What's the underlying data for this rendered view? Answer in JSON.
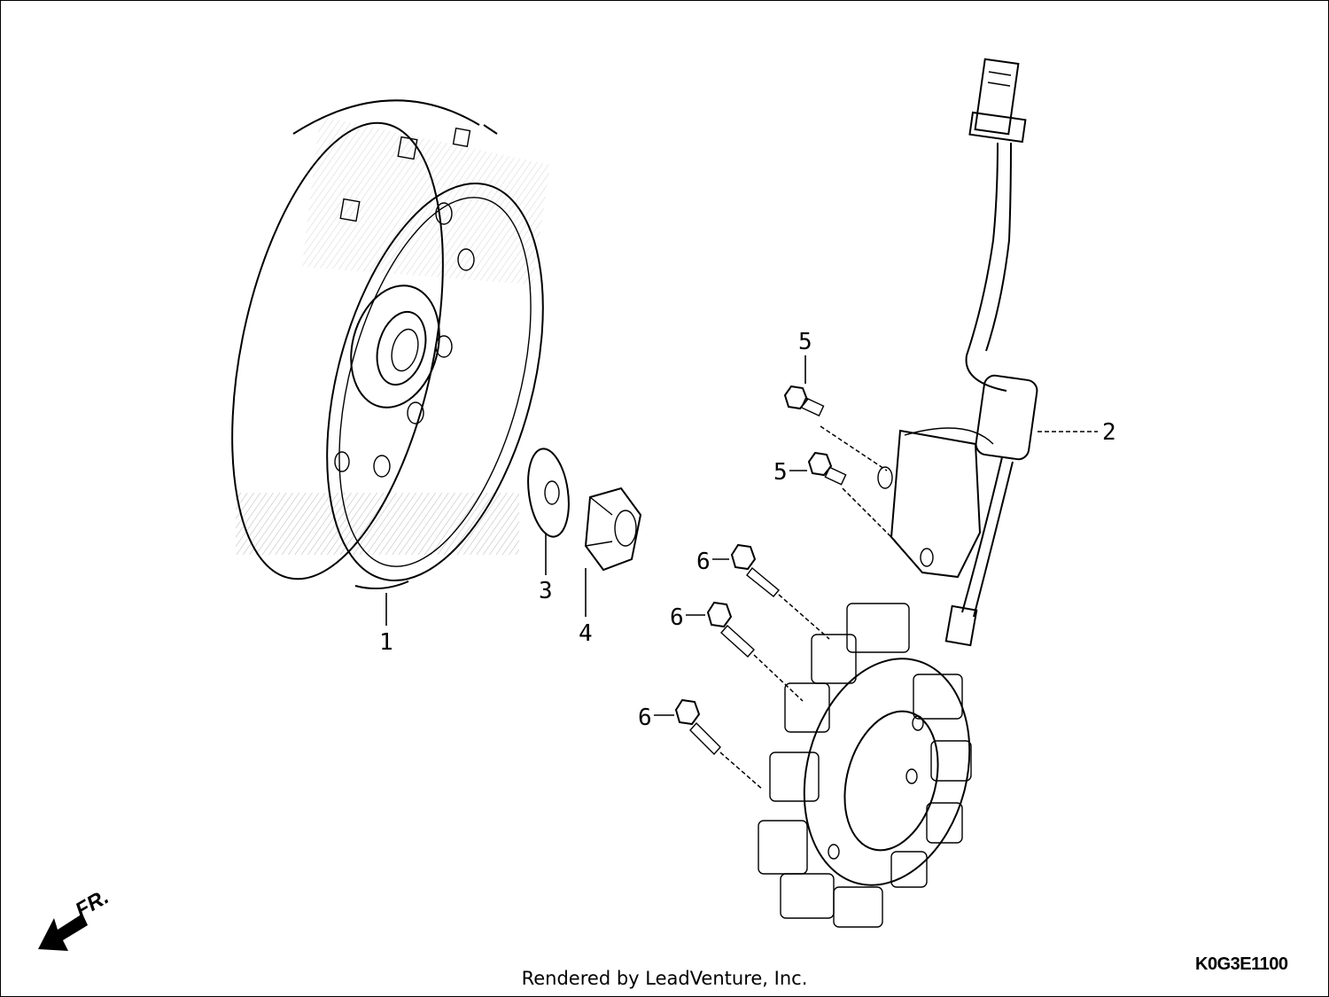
{
  "callouts": {
    "c1": "1",
    "c2": "2",
    "c3": "3",
    "c4": "4",
    "c5a": "5",
    "c5b": "5",
    "c6a": "6",
    "c6b": "6",
    "c6c": "6"
  },
  "direction_marker": "FR.",
  "figure_code": "K0G3E1100",
  "footer": "Rendered by LeadVenture, Inc."
}
